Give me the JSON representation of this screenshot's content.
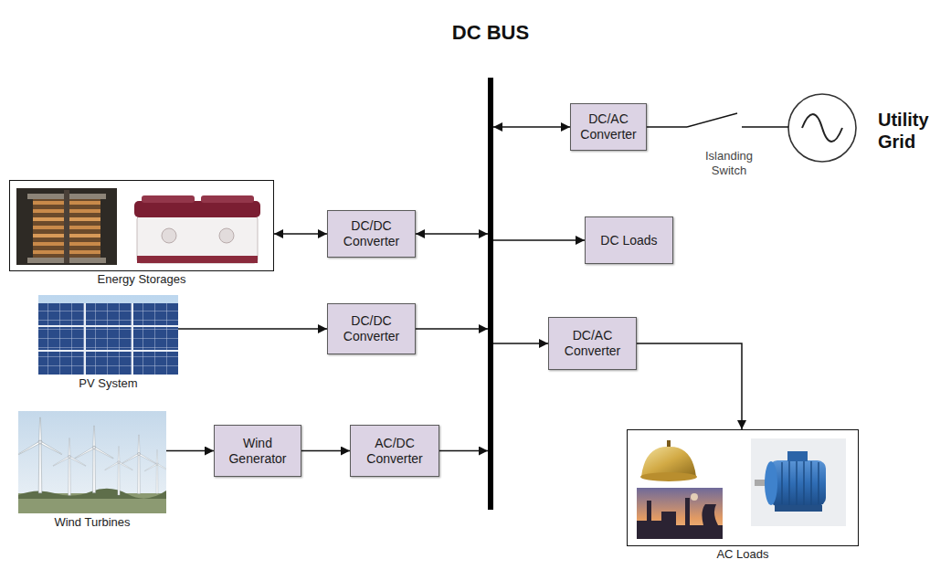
{
  "diagram": {
    "nodes": [
      {
        "text": [
          "DC BUS"
        ]
      },
      {
        "text": [
          "DC/AC Converter"
        ]
      },
      {
        "text": [
          "Utility Grid"
        ]
      },
      {
        "text": [
          "Energy Storages"
        ]
      },
      {
        "text": [
          "DC/DC Converter"
        ]
      },
      {
        "text": [
          "DC Loads"
        ]
      },
      {
        "text": [
          "PV System"
        ]
      },
      {
        "text": [
          "DC/DC Converter"
        ]
      },
      {
        "text": [
          "DC/AC Converter"
        ]
      },
      {
        "text": [
          "Wind Turbines"
        ]
      },
      {
        "text": [
          "Wind Generator"
        ]
      },
      {
        "text": [
          "AC/DC Converter"
        ]
      },
      {
        "text": [
          "AC Loads"
        ]
      }
    ],
    "edges": [
      {
        "from": 0,
        "to": 1,
        "arrow": "both"
      },
      {
        "from": 1,
        "to": 2,
        "arrow": "none"
      },
      {
        "from": 3,
        "to": 4,
        "arrow": "both"
      },
      {
        "from": 4,
        "to": 0,
        "arrow": "both"
      },
      {
        "from": 0,
        "to": 5,
        "arrow": "to"
      },
      {
        "from": 6,
        "to": 7,
        "arrow": "to"
      },
      {
        "from": 7,
        "to": 0,
        "arrow": "to"
      },
      {
        "from": 0,
        "to": 8,
        "arrow": "to"
      },
      {
        "from": 8,
        "to": 12,
        "arrow": "to"
      },
      {
        "from": 9,
        "to": 10,
        "arrow": "to"
      },
      {
        "from": 10,
        "to": 11,
        "arrow": "to"
      },
      {
        "from": 11,
        "to": 0,
        "arrow": "to"
      }
    ],
    "labels": [
      "Islanding Switch"
    ]
  }
}
